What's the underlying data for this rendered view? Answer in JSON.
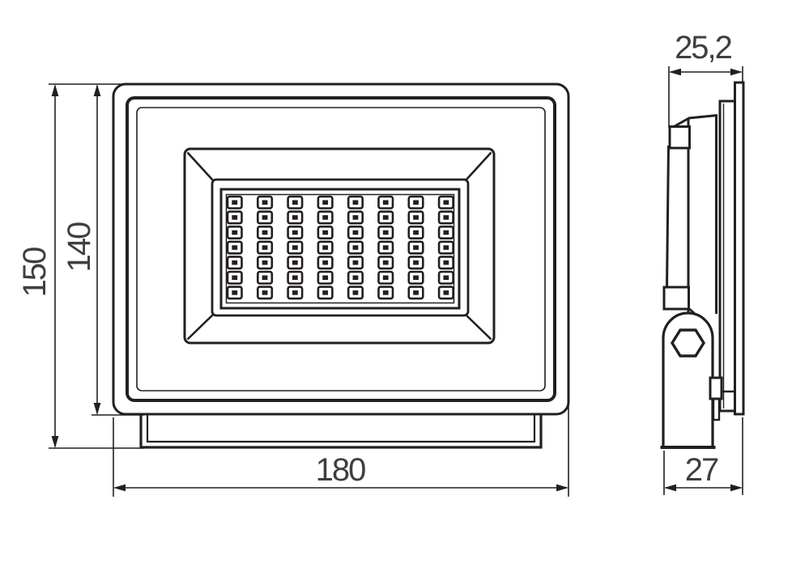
{
  "drawing": {
    "colors": {
      "line": "#231f20",
      "text": "#3f3f3f",
      "background": "#ffffff"
    },
    "front_view": {
      "width_label": "180",
      "overall_height_label": "150",
      "body_height_label": "140",
      "led_grid": {
        "columns": 8,
        "rows": 7
      }
    },
    "side_view": {
      "top_depth_label": "25,2",
      "bottom_depth_label": "27"
    }
  }
}
